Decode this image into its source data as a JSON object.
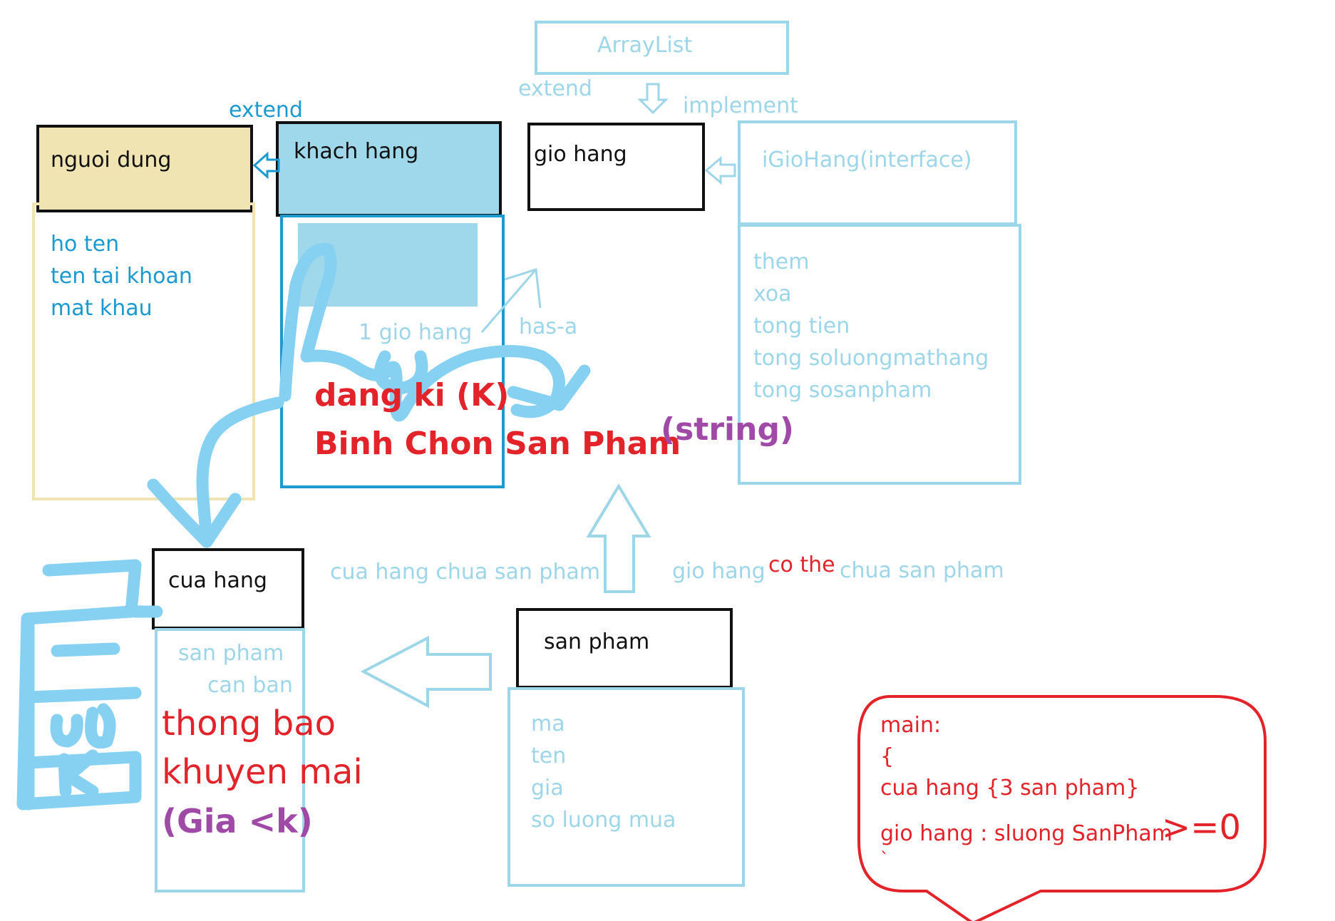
{
  "arraylist": {
    "title": "ArrayList"
  },
  "labels": {
    "extend_top": "extend",
    "implement": "implement",
    "extend_left": "extend",
    "has_a": "has-a",
    "one_gio_hang": "1 gio hang",
    "cua_hang_chua": "cua hang chua san pham",
    "gio_hang_co_the_1": "gio hang",
    "gio_hang_co_the_2": "co the",
    "gio_hang_co_the_3": "chua san pham"
  },
  "nguoi_dung": {
    "title": "nguoi dung",
    "fields": [
      "ho ten",
      "ten tai khoan",
      "mat khau"
    ]
  },
  "khach_hang": {
    "title": "khach hang",
    "note_1": "dang ki (K)",
    "note_2": "Binh Chon San Pham",
    "note_2_type": "(string)"
  },
  "gio_hang": {
    "title": "gio hang"
  },
  "igiohang": {
    "title": "iGioHang(interface)",
    "methods": [
      "them",
      "xoa",
      "tong tien",
      "tong soluongmathang",
      "tong sosanpham"
    ]
  },
  "cua_hang": {
    "title": "cua hang",
    "field_1": "san pham",
    "field_2": "can ban",
    "note_1": "thong bao",
    "note_2": "khuyen mai",
    "note_3": "(Gia <k)"
  },
  "san_pham": {
    "title": "san pham",
    "fields": [
      "ma",
      "ten",
      "gia",
      "so luong mua"
    ]
  },
  "main_bubble": {
    "lines": [
      "main:",
      "{",
      "cua hang {3 san pham}"
    ],
    "last_line_a": "gio hang : sluong SanPham",
    "last_line_b": ">=0",
    "tail": "`"
  },
  "colors": {
    "light_blue": "#9dd6e8",
    "dark_blue": "#1b9ad0",
    "tan": "#f0e4b2",
    "cyan_fill": "#9fd8ea",
    "red": "#e2242a",
    "purple": "#a04aa8",
    "scribble": "#86d0f2"
  }
}
